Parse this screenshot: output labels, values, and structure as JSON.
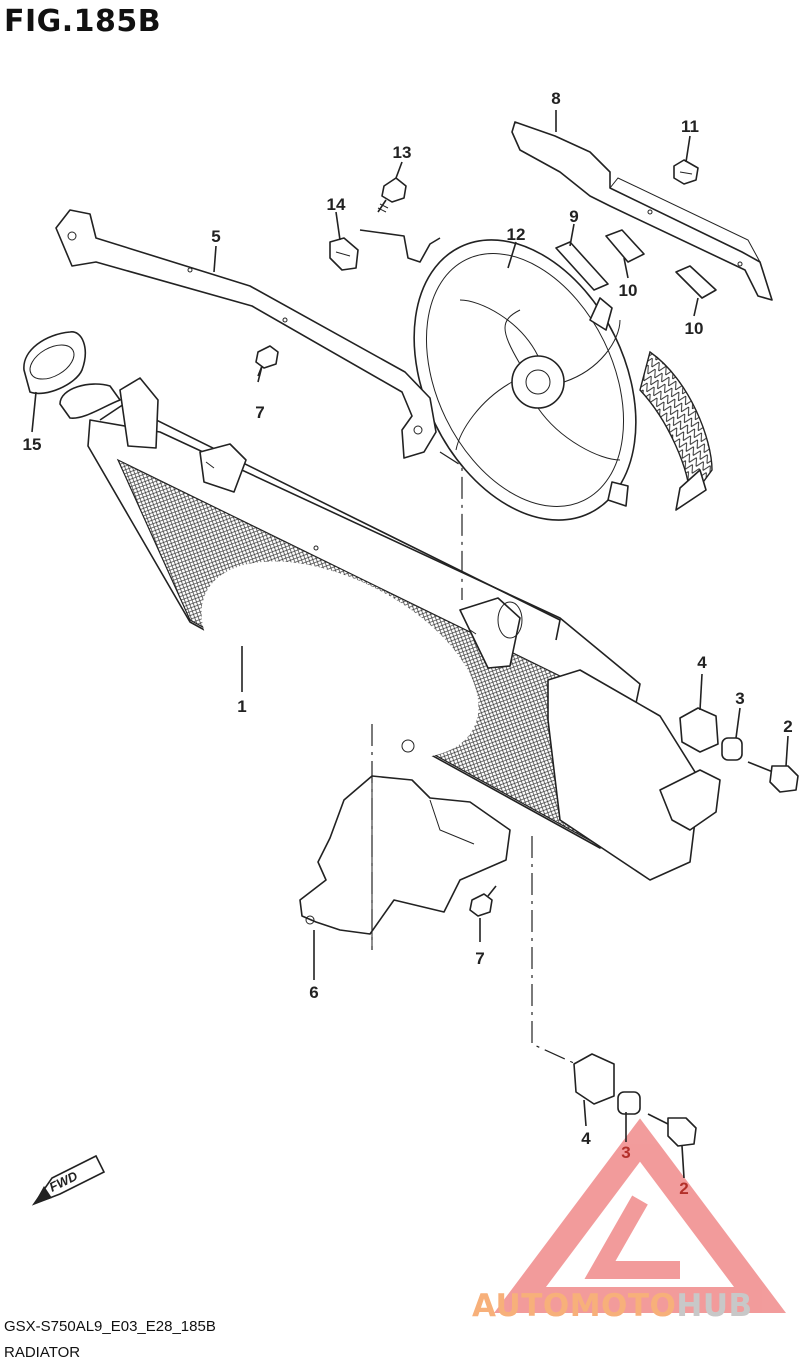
{
  "figure": {
    "title": "FIG.185B"
  },
  "footer": {
    "code": "GSX-S750AL9_E03_E28_185B",
    "name": "RADIATOR"
  },
  "watermark": {
    "brand": "AUTOMOTOHUB",
    "part_a": "AUTOMOTO",
    "part_b": "HUB",
    "color_a": "#f7b07a",
    "color_b": "#c8c8c8",
    "logo_color": "#e84a4a"
  },
  "direction_badge": {
    "label": "FWD"
  },
  "callouts": [
    {
      "id": "c1",
      "label": "1",
      "part": "radiator"
    },
    {
      "id": "c2a",
      "label": "2",
      "part": "bolt"
    },
    {
      "id": "c2b",
      "label": "2",
      "part": "bolt"
    },
    {
      "id": "c3a",
      "label": "3",
      "part": "collar"
    },
    {
      "id": "c3b",
      "label": "3",
      "part": "collar"
    },
    {
      "id": "c4a",
      "label": "4",
      "part": "cushion"
    },
    {
      "id": "c4b",
      "label": "4",
      "part": "cushion"
    },
    {
      "id": "c5",
      "label": "5",
      "part": "bracket"
    },
    {
      "id": "c6",
      "label": "6",
      "part": "cover"
    },
    {
      "id": "c7a",
      "label": "7",
      "part": "bolt"
    },
    {
      "id": "c7b",
      "label": "7",
      "part": "bolt"
    },
    {
      "id": "c8",
      "label": "8",
      "part": "shroud plate"
    },
    {
      "id": "c9",
      "label": "9",
      "part": "cushion pad"
    },
    {
      "id": "c10a",
      "label": "10",
      "part": "cushion pad"
    },
    {
      "id": "c10b",
      "label": "10",
      "part": "cushion pad"
    },
    {
      "id": "c11",
      "label": "11",
      "part": "clip"
    },
    {
      "id": "c12",
      "label": "12",
      "part": "fan"
    },
    {
      "id": "c13",
      "label": "13",
      "part": "bolt"
    },
    {
      "id": "c14",
      "label": "14",
      "part": "clamp"
    },
    {
      "id": "c15",
      "label": "15",
      "part": "cap"
    }
  ]
}
